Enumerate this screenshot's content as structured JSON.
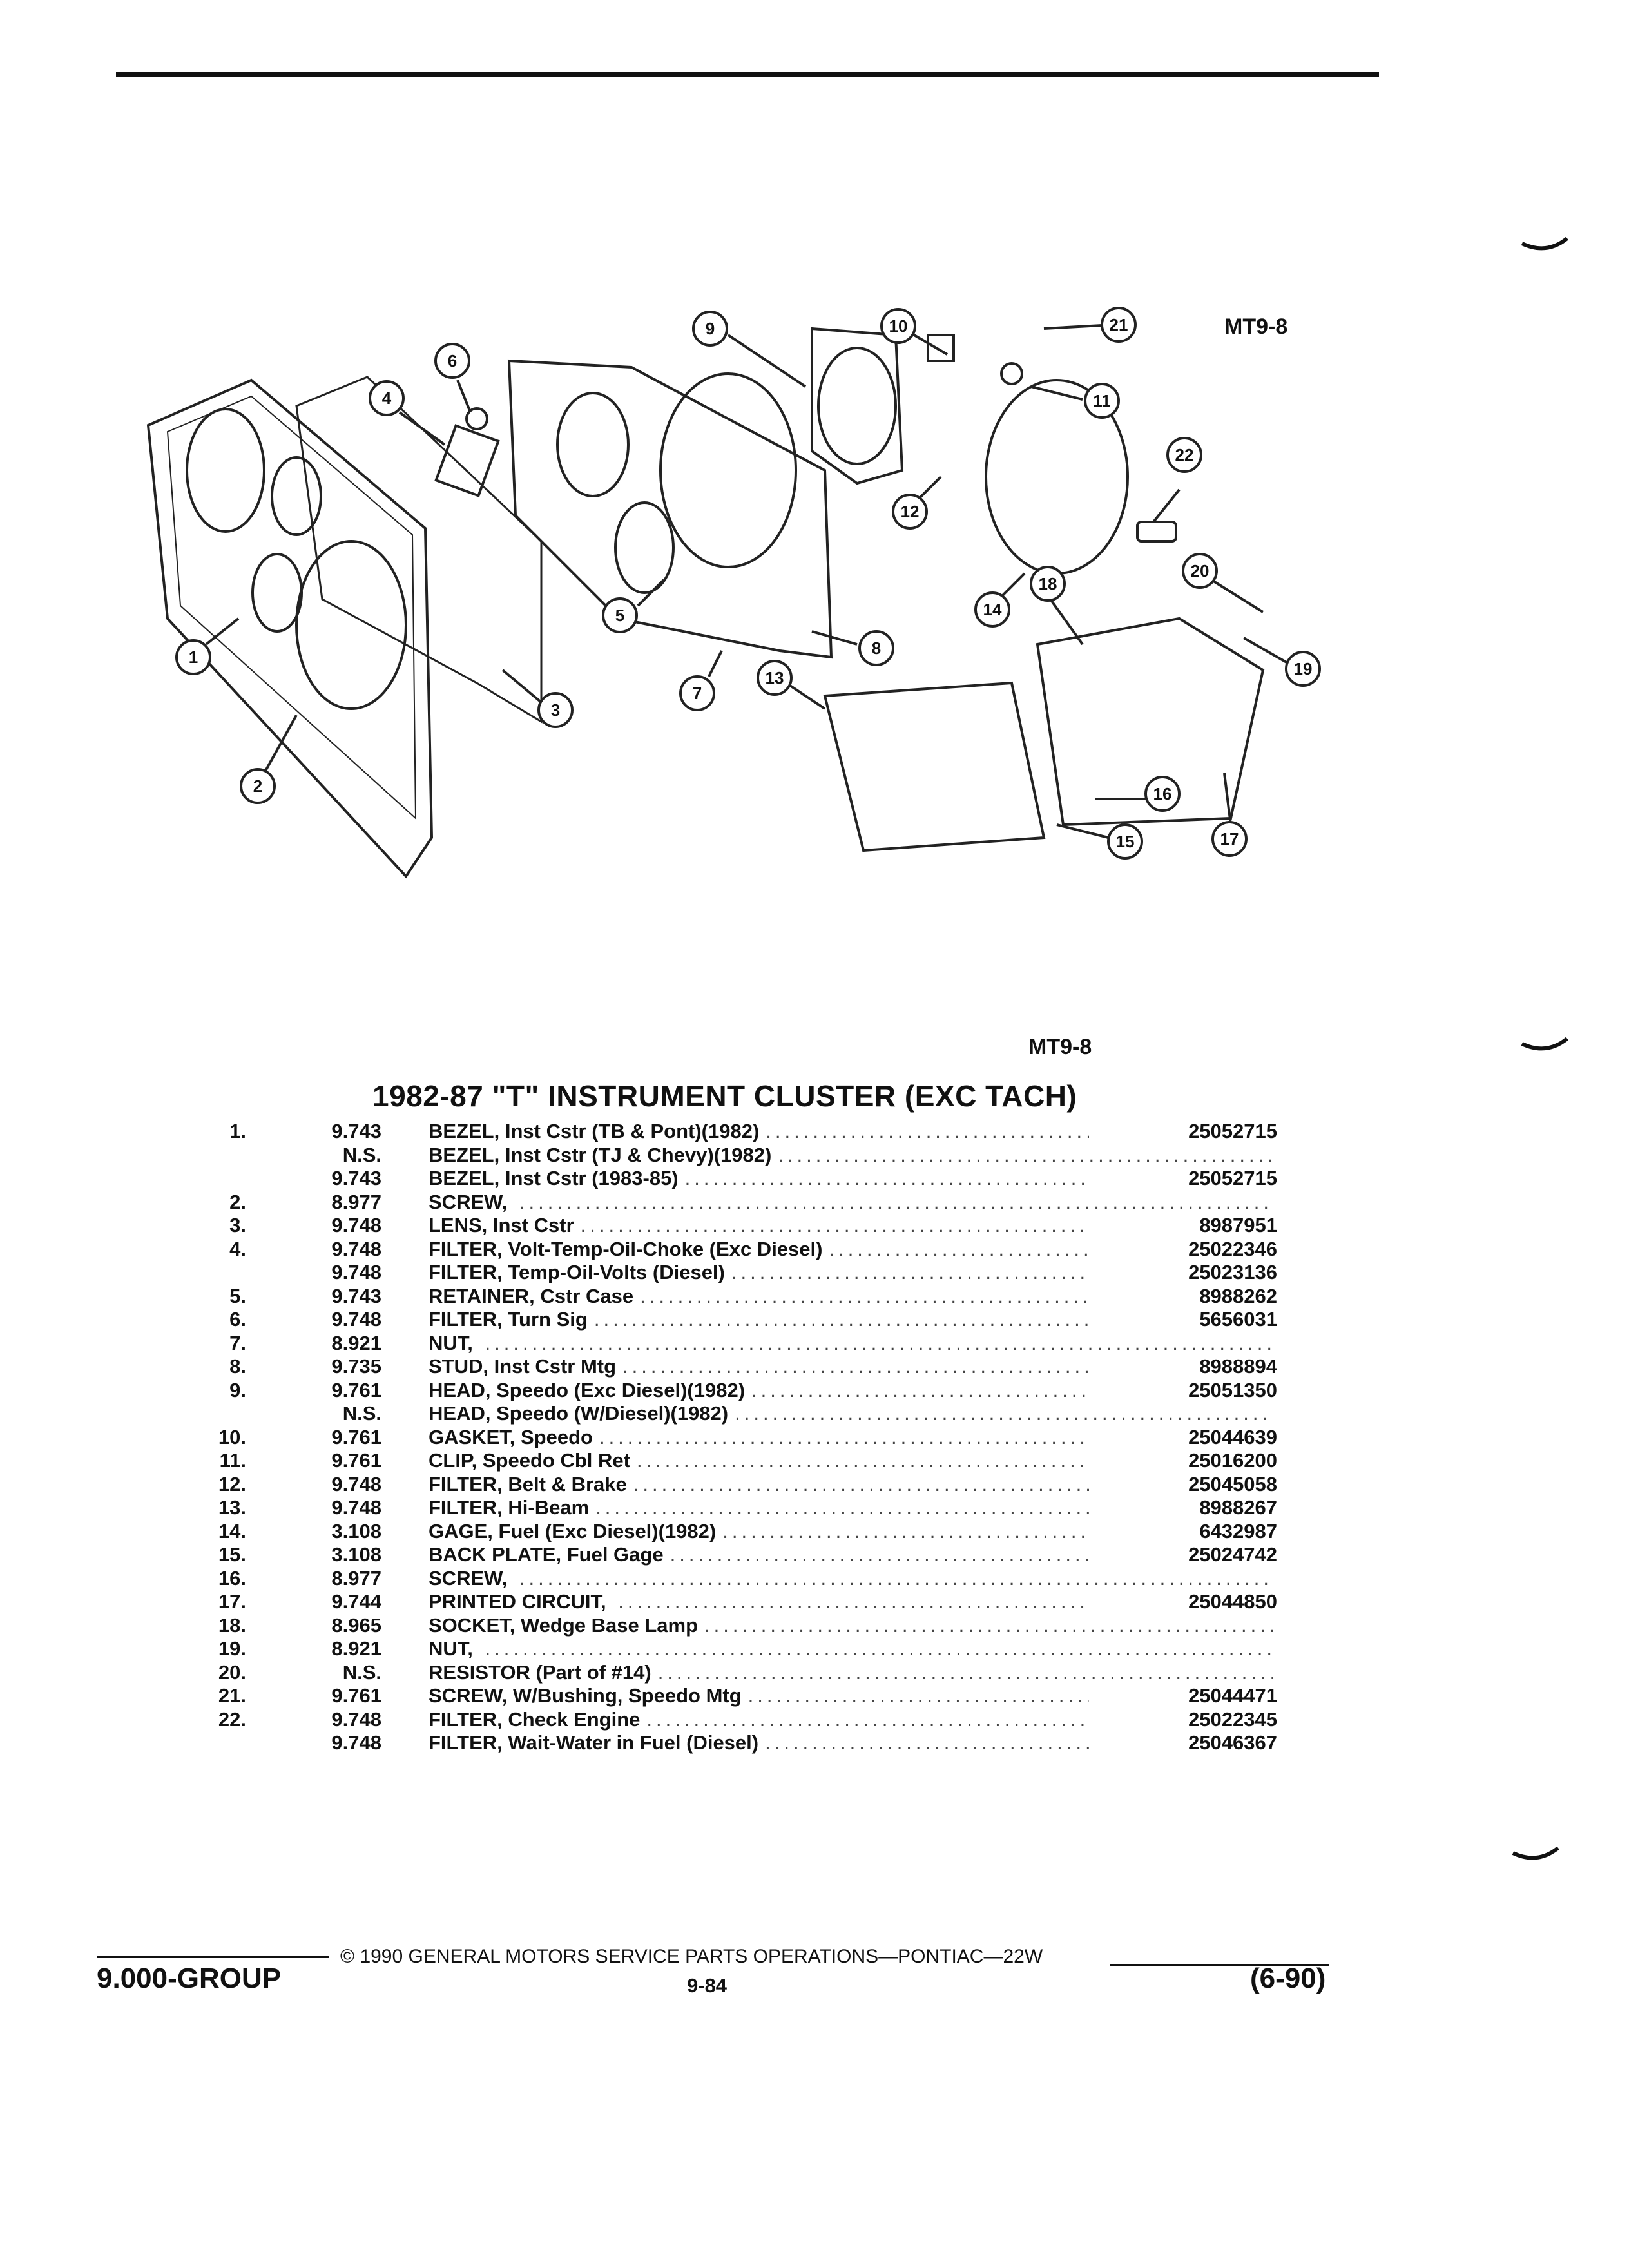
{
  "header": {
    "mt_code_top": "MT9-8",
    "mt_code_bottom": "MT9-8"
  },
  "diagram": {
    "callouts": [
      "1",
      "2",
      "3",
      "4",
      "5",
      "6",
      "7",
      "8",
      "9",
      "10",
      "11",
      "12",
      "13",
      "14",
      "15",
      "16",
      "17",
      "18",
      "19",
      "20",
      "21",
      "22"
    ]
  },
  "title": "1982-87 \"T\" INSTRUMENT CLUSTER (EXC TACH)",
  "parts": [
    {
      "num": "1.",
      "grp": "9.743",
      "name": "BEZEL,",
      "detail": "Inst Cstr (TB & Pont)(1982)",
      "pn": "25052715"
    },
    {
      "num": "",
      "grp": "N.S.",
      "name": "BEZEL,",
      "detail": "Inst Cstr (TJ & Chevy)(1982)",
      "pn": ""
    },
    {
      "num": "",
      "grp": "9.743",
      "name": "BEZEL,",
      "detail": "Inst Cstr (1983-85)",
      "pn": "25052715"
    },
    {
      "num": "2.",
      "grp": "8.977",
      "name": "SCREW,",
      "detail": "",
      "pn": ""
    },
    {
      "num": "3.",
      "grp": "9.748",
      "name": "LENS,",
      "detail": "Inst Cstr",
      "pn": "8987951"
    },
    {
      "num": "4.",
      "grp": "9.748",
      "name": "FILTER,",
      "detail": "Volt-Temp-Oil-Choke (Exc Diesel)",
      "pn": "25022346"
    },
    {
      "num": "",
      "grp": "9.748",
      "name": "FILTER,",
      "detail": "Temp-Oil-Volts (Diesel)",
      "pn": "25023136"
    },
    {
      "num": "5.",
      "grp": "9.743",
      "name": "RETAINER,",
      "detail": "Cstr Case",
      "pn": "8988262"
    },
    {
      "num": "6.",
      "grp": "9.748",
      "name": "FILTER,",
      "detail": "Turn Sig",
      "pn": "5656031"
    },
    {
      "num": "7.",
      "grp": "8.921",
      "name": "NUT,",
      "detail": "",
      "pn": ""
    },
    {
      "num": "8.",
      "grp": "9.735",
      "name": "STUD,",
      "detail": "Inst Cstr Mtg",
      "pn": "8988894"
    },
    {
      "num": "9.",
      "grp": "9.761",
      "name": "HEAD,",
      "detail": "Speedo (Exc Diesel)(1982)",
      "pn": "25051350"
    },
    {
      "num": "",
      "grp": "N.S.",
      "name": "HEAD,",
      "detail": "Speedo (W/Diesel)(1982)",
      "pn": ""
    },
    {
      "num": "10.",
      "grp": "9.761",
      "name": "GASKET,",
      "detail": "Speedo",
      "pn": "25044639"
    },
    {
      "num": "11.",
      "grp": "9.761",
      "name": "CLIP,",
      "detail": "Speedo Cbl Ret",
      "pn": "25016200"
    },
    {
      "num": "12.",
      "grp": "9.748",
      "name": "FILTER,",
      "detail": "Belt & Brake",
      "pn": "25045058"
    },
    {
      "num": "13.",
      "grp": "9.748",
      "name": "FILTER,",
      "detail": "Hi-Beam",
      "pn": "8988267"
    },
    {
      "num": "14.",
      "grp": "3.108",
      "name": "GAGE,",
      "detail": "Fuel (Exc Diesel)(1982)",
      "pn": "6432987"
    },
    {
      "num": "15.",
      "grp": "3.108",
      "name": "BACK PLATE,",
      "detail": "Fuel Gage",
      "pn": "25024742"
    },
    {
      "num": "16.",
      "grp": "8.977",
      "name": "SCREW,",
      "detail": "",
      "pn": ""
    },
    {
      "num": "17.",
      "grp": "9.744",
      "name": "PRINTED CIRCUIT,",
      "detail": "",
      "pn": "25044850"
    },
    {
      "num": "18.",
      "grp": "8.965",
      "name": "SOCKET,",
      "detail": "Wedge Base Lamp",
      "pn": ""
    },
    {
      "num": "19.",
      "grp": "8.921",
      "name": "NUT,",
      "detail": "",
      "pn": ""
    },
    {
      "num": "20.",
      "grp": "N.S.",
      "name": "RESISTOR",
      "detail": "(Part of #14)",
      "pn": ""
    },
    {
      "num": "21.",
      "grp": "9.761",
      "name": "SCREW,",
      "detail": "W/Bushing, Speedo Mtg",
      "pn": "25044471"
    },
    {
      "num": "22.",
      "grp": "9.748",
      "name": "FILTER,",
      "detail": "Check Engine",
      "pn": "25022345"
    },
    {
      "num": "",
      "grp": "9.748",
      "name": "FILTER,",
      "detail": "Wait-Water in Fuel (Diesel)",
      "pn": "25046367"
    }
  ],
  "footer": {
    "copyright": "© 1990 GENERAL MOTORS SERVICE PARTS OPERATIONS—PONTIAC—22W",
    "group": "9.000-GROUP",
    "page": "9-84",
    "date": "(6-90)"
  }
}
